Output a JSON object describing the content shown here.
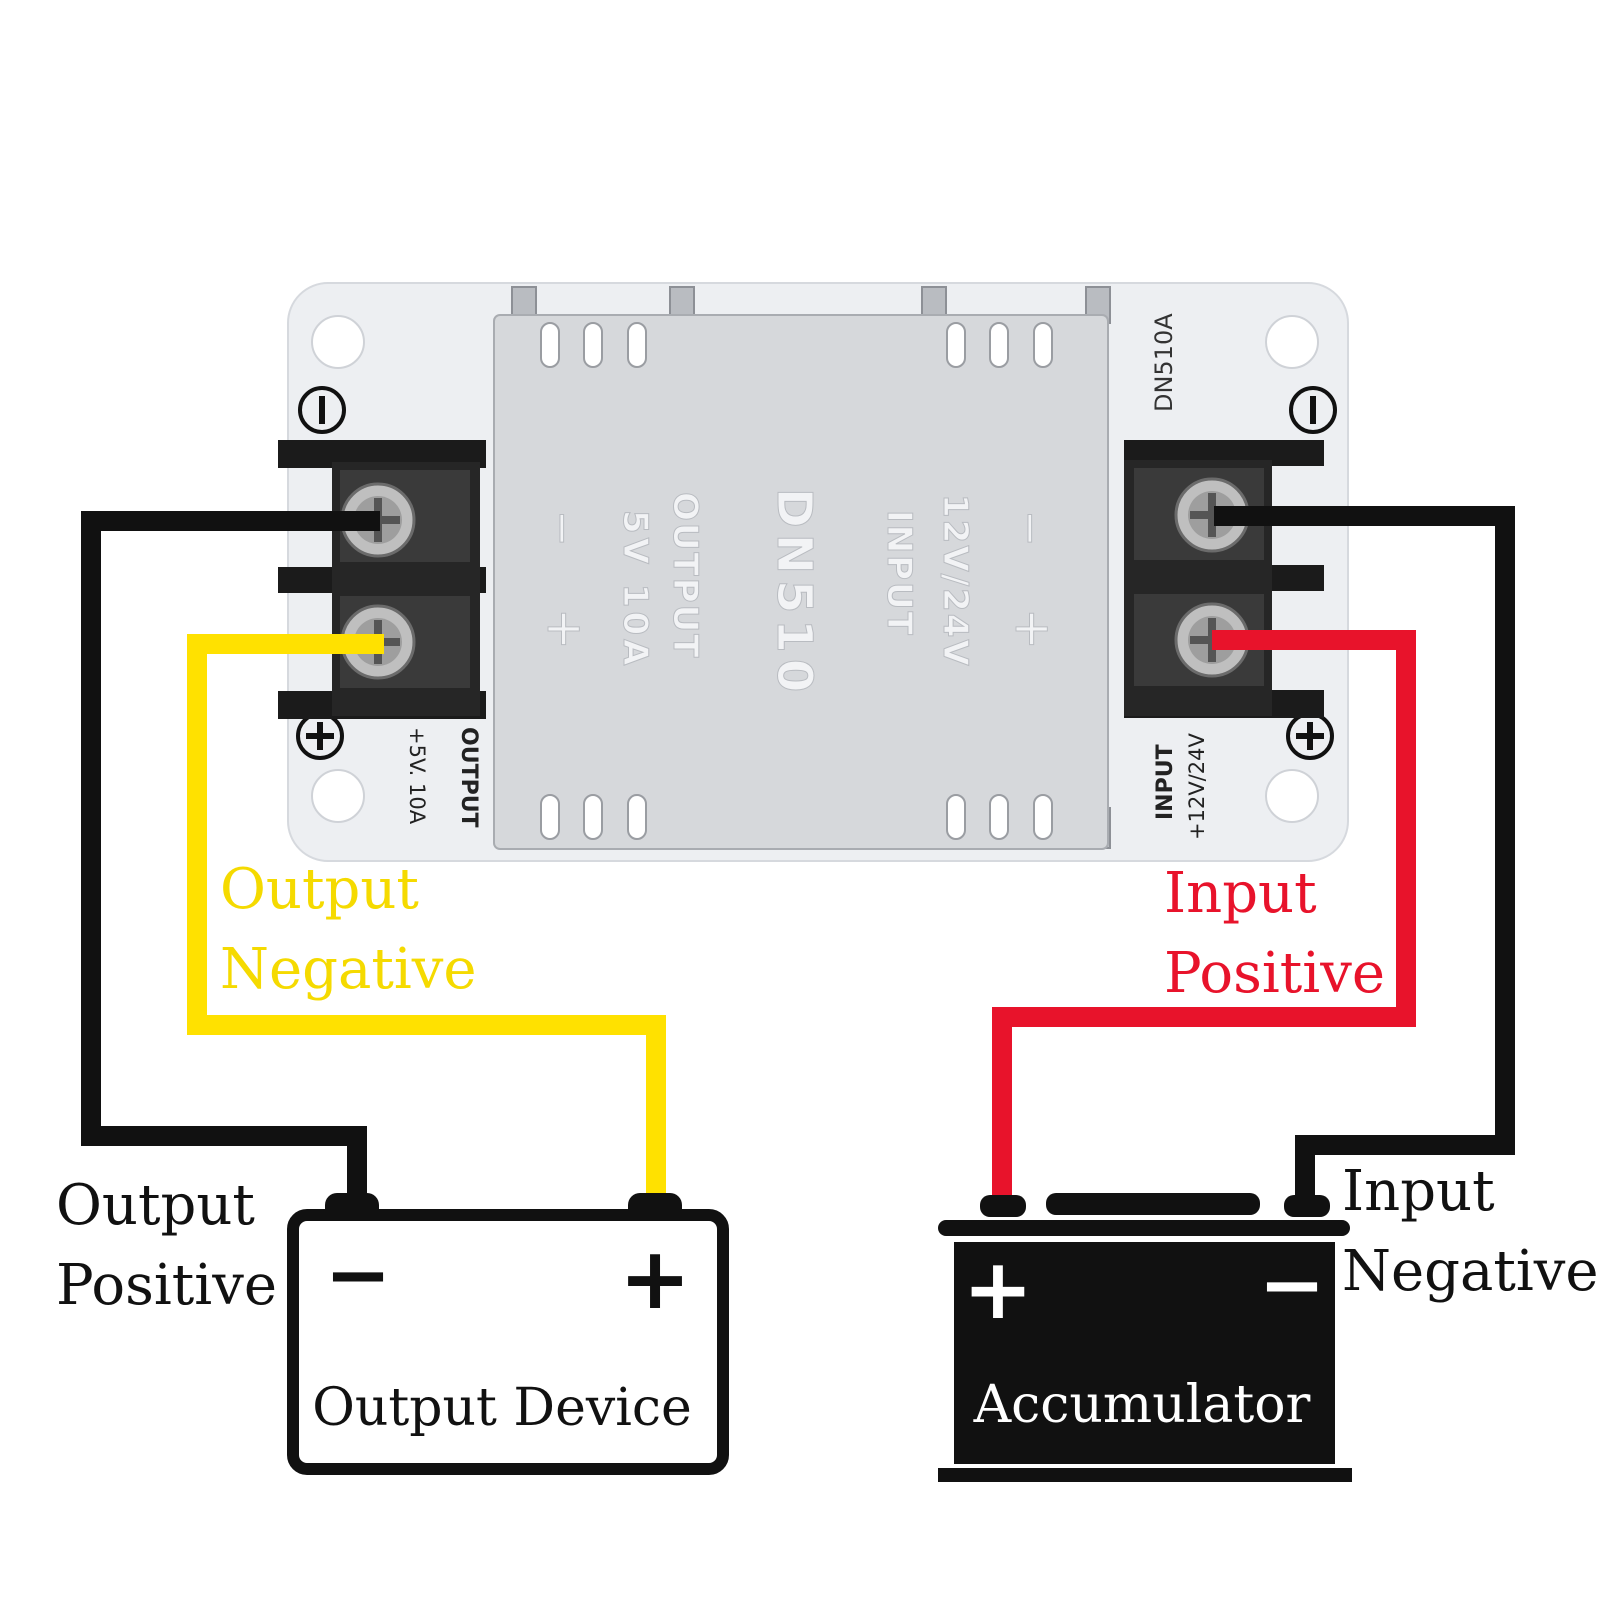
{
  "board": {
    "model_label": "DN510A",
    "output_label": "OUTPUT",
    "output_spec": "+5V. 10A",
    "input_label": "INPUT",
    "input_spec": "+12V/24V"
  },
  "module": {
    "name": "DN510",
    "output_line1": "OUTPUT",
    "output_line2": "5V 10A",
    "input_line1": "INPUT",
    "input_line2": "12V/24V",
    "left_minus": "−",
    "left_plus": "+",
    "right_minus": "−",
    "right_plus": "+"
  },
  "board_symbols": {
    "minus": "−",
    "plus": "+"
  },
  "wire_labels": {
    "output_negative_1": "Output",
    "output_negative_2": "Negative",
    "input_positive_1": "Input",
    "input_positive_2": "Positive",
    "output_positive_1": "Output",
    "output_positive_2": "Positive",
    "input_negative_1": "Input",
    "input_negative_2": "Negative"
  },
  "output_device": {
    "label": "Output Device",
    "minus": "−",
    "plus": "+"
  },
  "accumulator": {
    "label": "Accumulator",
    "plus": "+",
    "minus": "−"
  },
  "colors": {
    "wire_black": "#111111",
    "wire_yellow": "#FFE100",
    "wire_red": "#E8132B",
    "label_yellow": "#F5DA00",
    "label_red": "#E8132B"
  }
}
